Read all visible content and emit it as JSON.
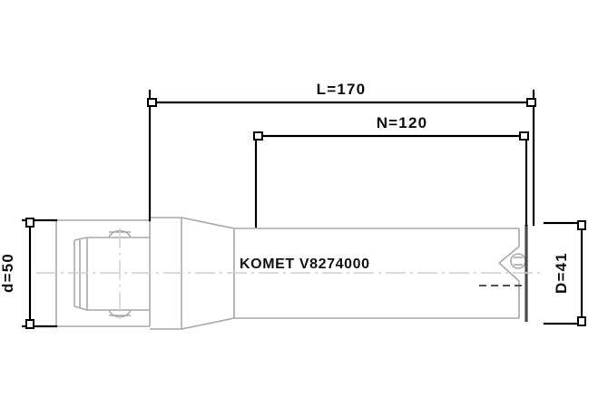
{
  "drawing": {
    "title": "KOMET tool technical drawing",
    "background_color": "#ffffff",
    "line_color_outline": "#a9a9a9",
    "line_color_dimension": "#000000",
    "text_color": "#0d0d0d"
  },
  "dimensions": {
    "overall_length": {
      "label": "L=170",
      "orientation": "horizontal",
      "position": "top"
    },
    "projection_length": {
      "label": "N=120",
      "orientation": "horizontal",
      "position": "top-inner"
    },
    "shank_diameter": {
      "label": "d=50",
      "orientation": "vertical",
      "position": "left"
    },
    "cutting_diameter": {
      "label": "D=41",
      "orientation": "vertical",
      "position": "right"
    }
  },
  "engraving": {
    "brand": "KOMET",
    "part_number": "V8274000",
    "full_text": "KOMET  V8274000"
  }
}
